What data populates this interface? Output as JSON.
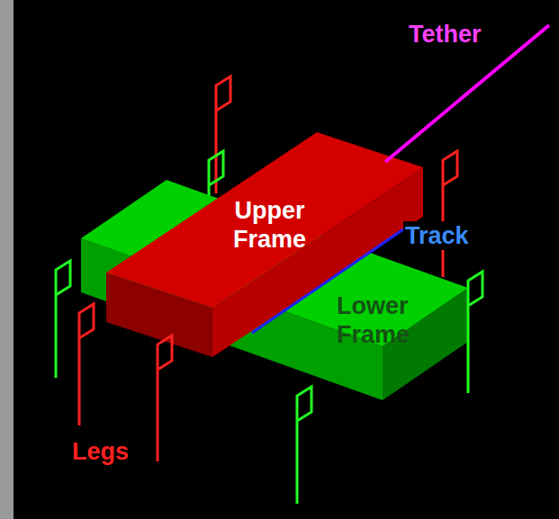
{
  "diagram": {
    "labels": [
      "Tether",
      "Upper Frame",
      "Track",
      "Lower Frame",
      "Legs"
    ]
  }
}
